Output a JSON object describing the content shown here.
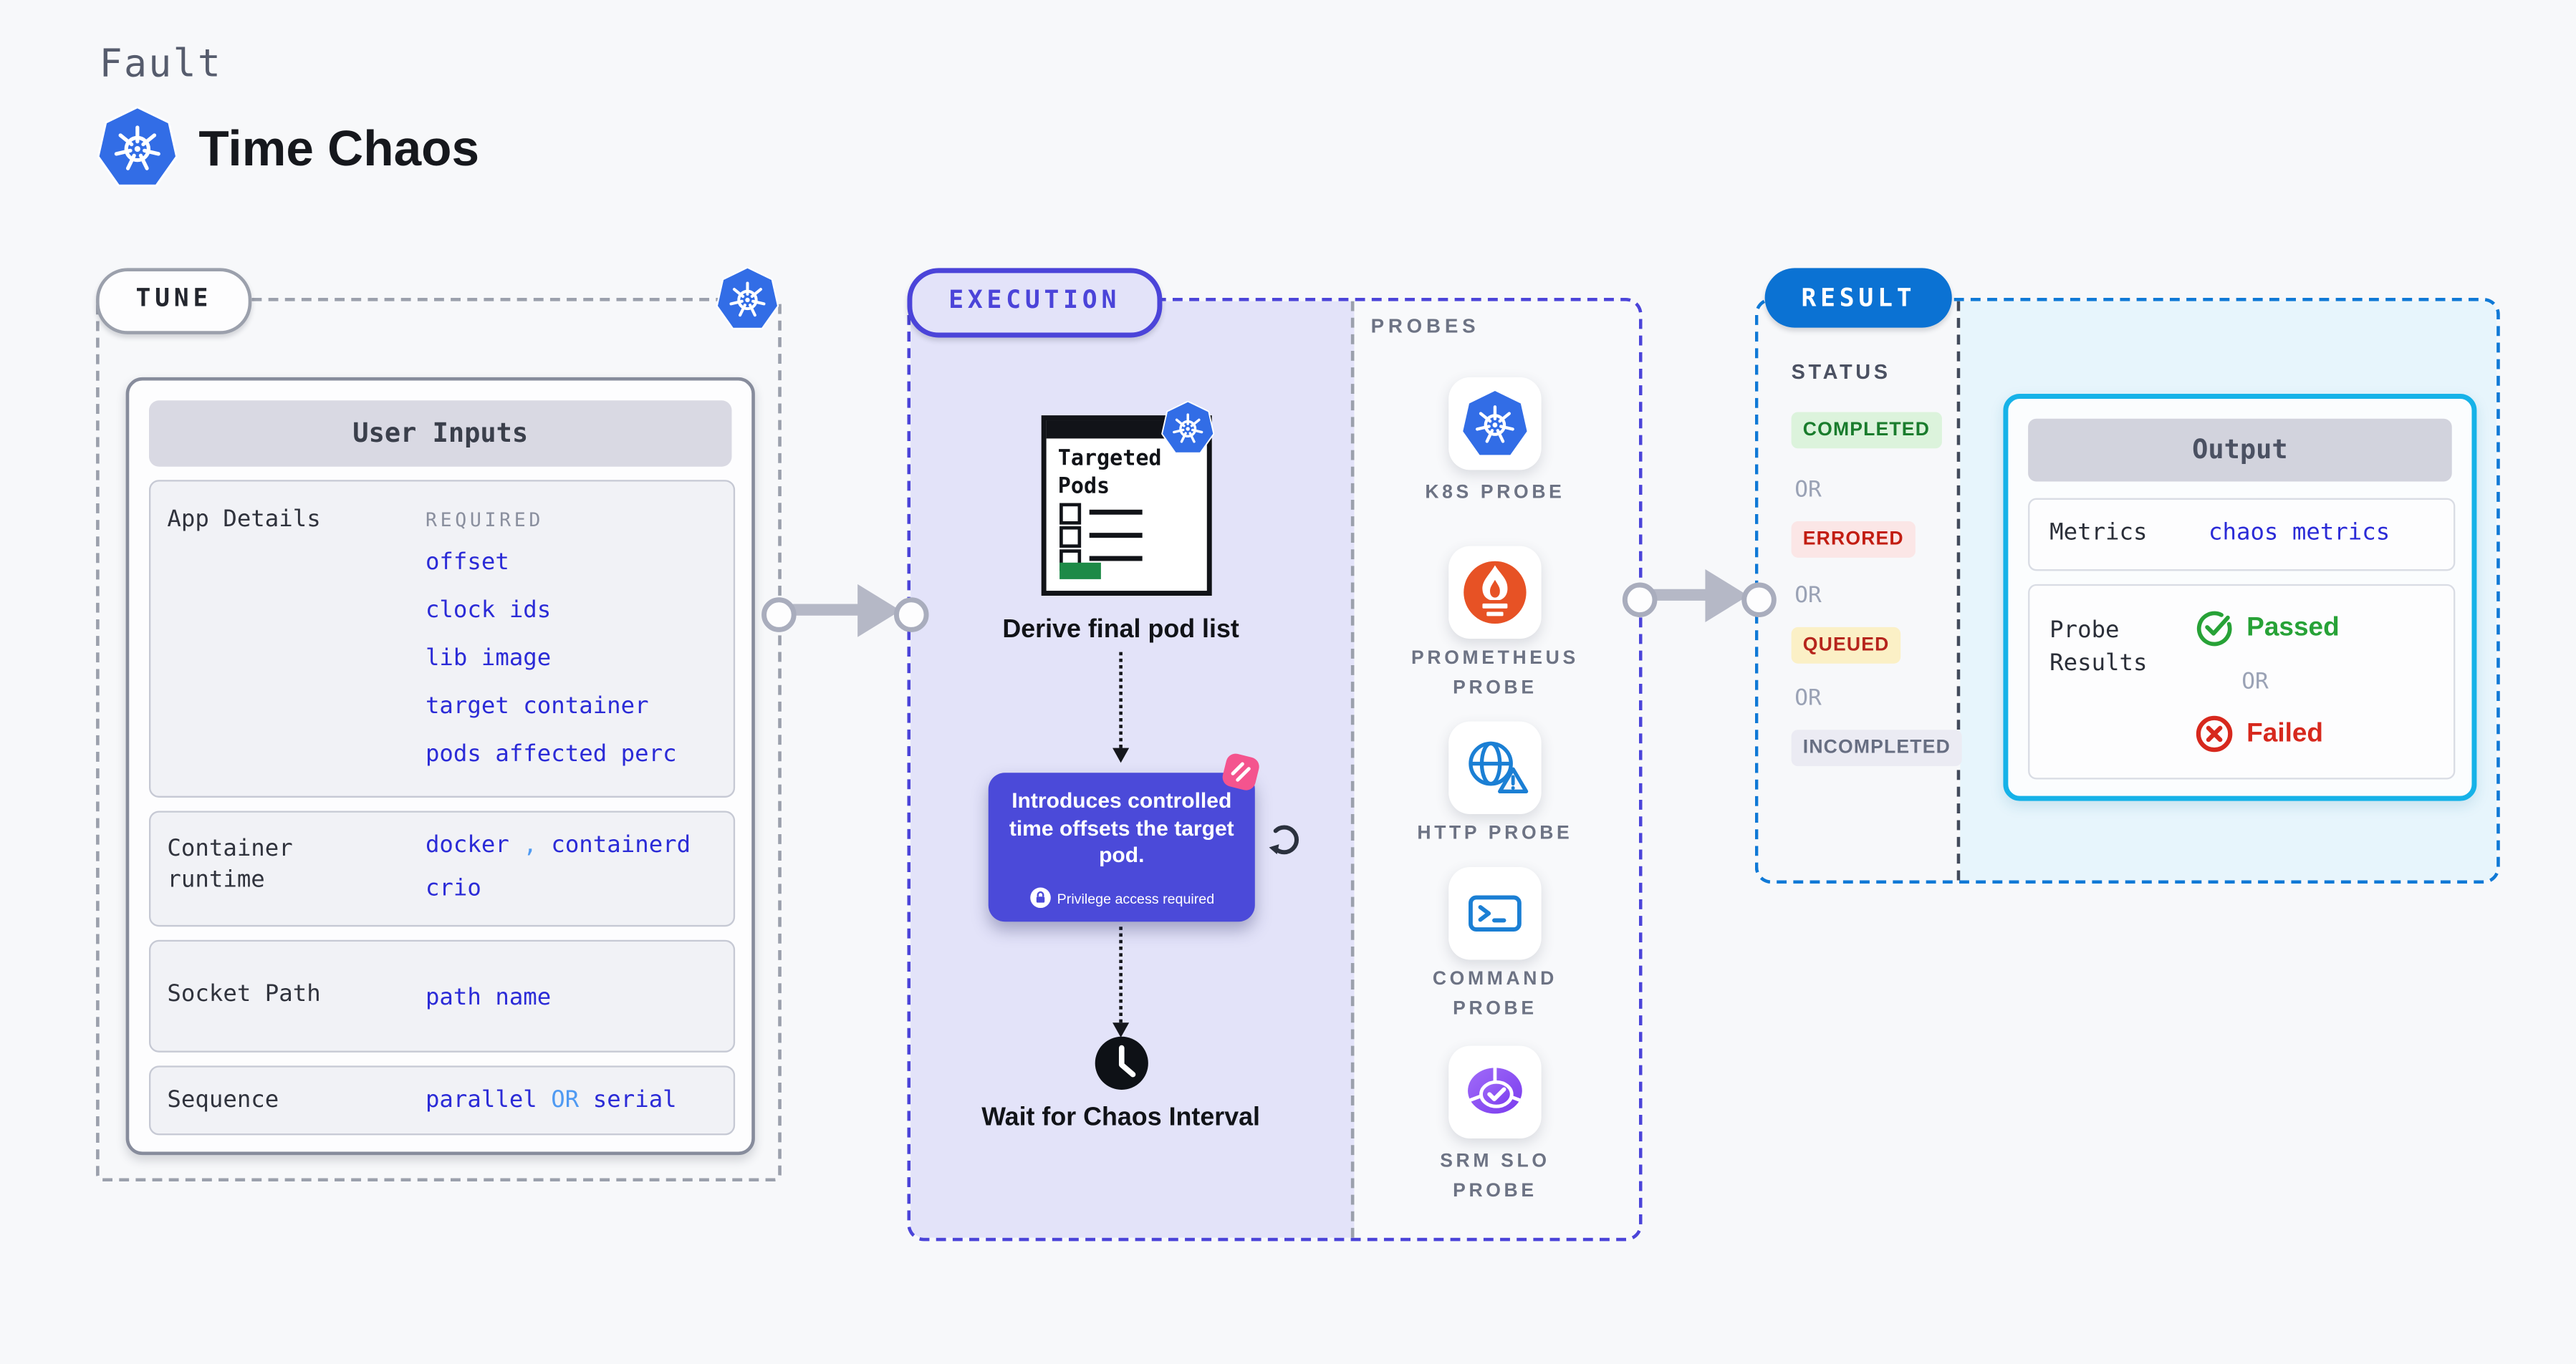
{
  "header": {
    "eyebrow": "Fault",
    "title": "Time Chaos",
    "icon": "kubernetes-logo"
  },
  "tune": {
    "pill": "TUNE",
    "corner_icon": "kubernetes-logo",
    "table_title": "User Inputs",
    "app_details": {
      "label": "App Details",
      "note": "REQUIRED",
      "links": [
        "offset",
        "clock ids",
        "lib image",
        "target container",
        "pods affected perc"
      ]
    },
    "container_runtime": {
      "label": "Container runtime",
      "v1": "docker",
      "comma": ",",
      "v2": "containerd",
      "v3": "crio"
    },
    "socket_path": {
      "label": "Socket Path",
      "value": "path name"
    },
    "sequence": {
      "label": "Sequence",
      "v1": "parallel",
      "or": "OR",
      "v2": "serial"
    }
  },
  "execution": {
    "pill": "EXECUTION",
    "window_title": "Targeted Pods",
    "window_icon": "kubernetes-logo",
    "step1": "Derive final pod list",
    "tooltip": {
      "text": "Introduces controlled time offsets the target pod.",
      "lock_icon": "lock-icon",
      "note": "Privilege access required"
    },
    "loop_icon": "refresh-icon",
    "chaos_icon": "chaos-pink-icon",
    "clock_icon": "clock-icon",
    "step2": "Wait for Chaos Interval"
  },
  "probes": {
    "label": "PROBES",
    "items": [
      {
        "name": "K8S PROBE",
        "icon": "kubernetes-probe-icon"
      },
      {
        "name": "PROMETHEUS PROBE",
        "icon": "prometheus-probe-icon"
      },
      {
        "name": "HTTP PROBE",
        "icon": "http-probe-icon"
      },
      {
        "name": "COMMAND PROBE",
        "icon": "command-probe-icon"
      },
      {
        "name": "SRM SLO PROBE",
        "icon": "srm-slo-probe-icon"
      }
    ]
  },
  "result": {
    "pill": "RESULT",
    "status_label": "STATUS",
    "or": "OR",
    "statuses": [
      {
        "label": "COMPLETED",
        "fg": "#1a7c2d",
        "bg": "#dcf3dc"
      },
      {
        "label": "ERRORED",
        "fg": "#c21d12",
        "bg": "#fbe6e6"
      },
      {
        "label": "QUEUED",
        "fg": "#b6251c",
        "bg": "#fbf0c6"
      },
      {
        "label": "INCOMPLETED",
        "fg": "#676e82",
        "bg": "#ebebf3"
      }
    ],
    "output": {
      "title": "Output",
      "metrics_label": "Metrics",
      "metrics_value": "chaos metrics",
      "probe_results_label": "Probe Results",
      "passed": "Passed",
      "or": "OR",
      "failed": "Failed",
      "passed_icon": "check-circle-icon",
      "failed_icon": "x-circle-icon"
    }
  },
  "colors": {
    "page_bg": "#f7f8fa",
    "link": "#2b2bd7",
    "link_light": "#4f9af2",
    "indigo": "#4b44d9",
    "panel_lavender": "#e3e3f9",
    "result_blue": "#0b72d3",
    "output_border": "#16b2e8",
    "output_bg": "#e7f5fc",
    "k8s_blue": "#326de6",
    "prometheus_orange": "#e75225",
    "probe_icon_blue": "#1b7fd4",
    "srm_purple": "#8a4ff2",
    "tooltip_bg": "#4b4ad9",
    "chaos_pink": "#f4548e",
    "arrow_gray": "#b5b8c6",
    "pass_green": "#27a237",
    "fail_red": "#d7281d",
    "window_green": "#1d8a47"
  }
}
